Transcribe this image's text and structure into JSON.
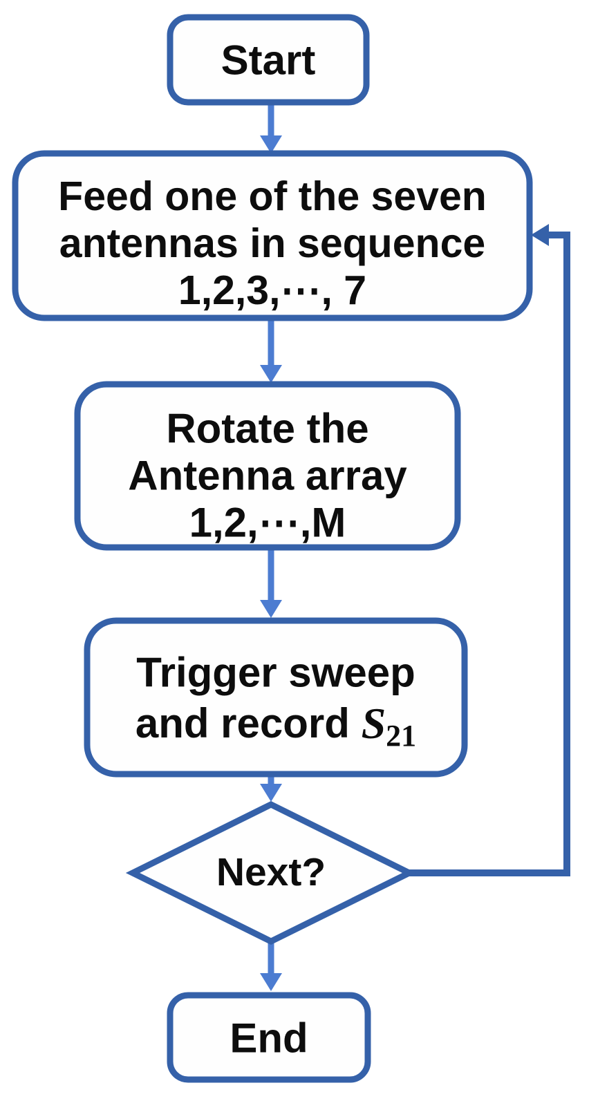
{
  "colors": {
    "shape_border": "#3561a9",
    "arrow": "#4c7cd1",
    "loop_arrow": "#3561a9",
    "text": "#0d0d0d",
    "background": "#ffffff"
  },
  "flowchart": {
    "start": {
      "label": "Start"
    },
    "feed": {
      "line1": "Feed one of the seven",
      "line2": "antennas in sequence",
      "line3": "1,2,3,⋯,  7"
    },
    "rotate": {
      "line1": "Rotate the",
      "line2": "Antenna array",
      "line3": "1,2,⋯,M"
    },
    "trigger": {
      "line1": "Trigger sweep",
      "line2_prefix": "and record ",
      "symbol": "S",
      "subscript": "21"
    },
    "decision": {
      "label": "Next?"
    },
    "end": {
      "label": "End"
    },
    "edges": [
      {
        "from": "start",
        "to": "feed"
      },
      {
        "from": "feed",
        "to": "rotate"
      },
      {
        "from": "rotate",
        "to": "trigger"
      },
      {
        "from": "trigger",
        "to": "decision"
      },
      {
        "from": "decision",
        "to": "end"
      },
      {
        "from": "decision",
        "to": "feed",
        "type": "loop-back"
      }
    ]
  }
}
